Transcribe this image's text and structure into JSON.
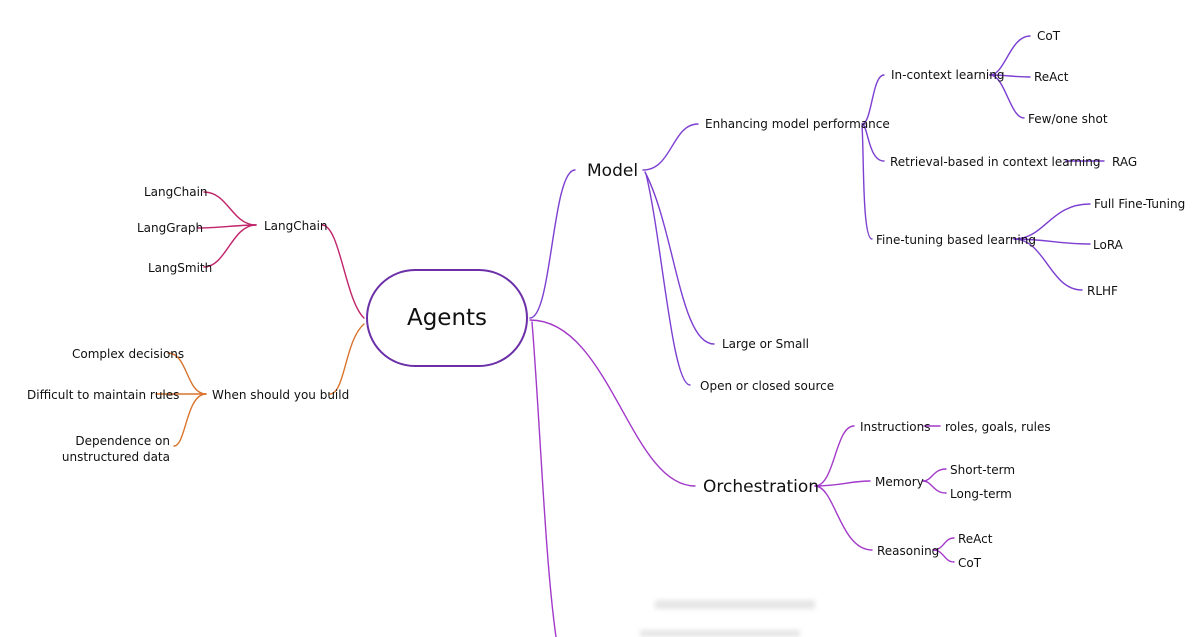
{
  "root": "Agents",
  "colors": {
    "purple": "#7d3fd1",
    "magenta": "#c0246a",
    "orange": "#d8742e",
    "border": "#6b2fa8"
  },
  "right": {
    "model": {
      "label": "Model",
      "enhancing": {
        "label": "Enhancing model performance",
        "in_context": {
          "label": "In-context learning",
          "children": [
            "CoT",
            "ReAct",
            "Few/one shot"
          ]
        },
        "retrieval": {
          "label": "Retrieval-based in context learning",
          "children": [
            "RAG"
          ]
        },
        "fine_tuning": {
          "label": "Fine-tuning based learning",
          "children": [
            "Full Fine-Tuning",
            "LoRA",
            "RLHF"
          ]
        }
      },
      "size": "Large or Small",
      "source": "Open or closed source"
    },
    "orchestration": {
      "label": "Orchestration",
      "instructions": {
        "label": "Instructions",
        "children": [
          "roles, goals, rules"
        ]
      },
      "memory": {
        "label": "Memory",
        "children": [
          "Short-term",
          "Long-term"
        ]
      },
      "reasoning": {
        "label": "Reasoning",
        "children": [
          "ReAct",
          "CoT"
        ]
      }
    }
  },
  "left": {
    "langchain": {
      "label": "LangChain",
      "children": [
        "LangChain",
        "LangGraph",
        "LangSmith"
      ]
    },
    "when": {
      "label": "When should you build",
      "children": [
        "Complex decisions",
        "Difficult to maintain rules",
        "Dependence on unstructured data"
      ]
    }
  }
}
